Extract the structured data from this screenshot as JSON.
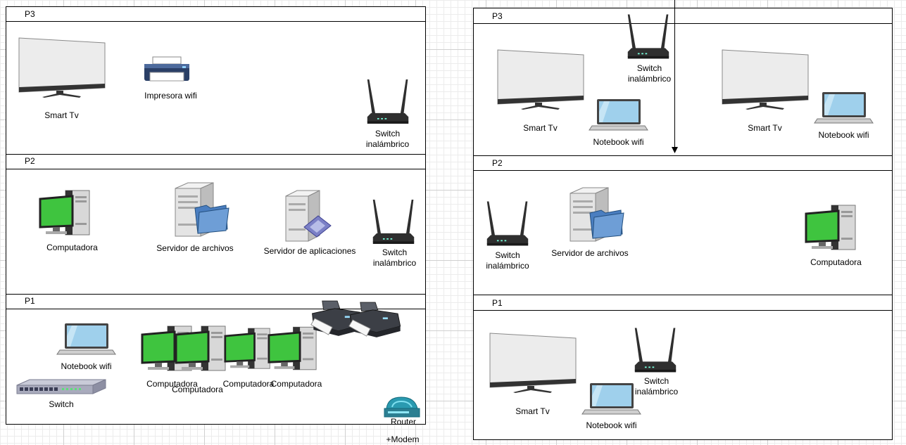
{
  "floors": {
    "p3": "P3",
    "p2": "P2",
    "p1": "P1"
  },
  "devices": {
    "smart_tv": "Smart Tv",
    "printer_wifi": "Impresora wifi",
    "switch_wireless": "Switch\ninalámbrico",
    "computer": "Computadora",
    "file_server": "Servidor de archivos",
    "app_server": "Servidor de aplicaciones",
    "notebook_wifi": "Notebook wifi",
    "switch": "Switch",
    "router": "Router",
    "modem": "+Modem"
  },
  "colors": {
    "screen_green": "#3fc43f",
    "tv_panel": "#ececec",
    "tv_frame": "#333333",
    "router_body": "#2f2f2f",
    "server_body": "#e4e4e4",
    "folder_blue": "#4a7ec0",
    "laptop_screen": "#9fd0ec",
    "switch_body": "#a9abbd",
    "router_teal": "#2a9ab0"
  },
  "icons": [
    "tv-icon",
    "printer-icon",
    "wireless-router-icon",
    "desktop-computer-icon",
    "file-server-icon",
    "application-server-icon",
    "laptop-icon",
    "network-switch-icon",
    "router-icon",
    "arrow-down-icon"
  ]
}
